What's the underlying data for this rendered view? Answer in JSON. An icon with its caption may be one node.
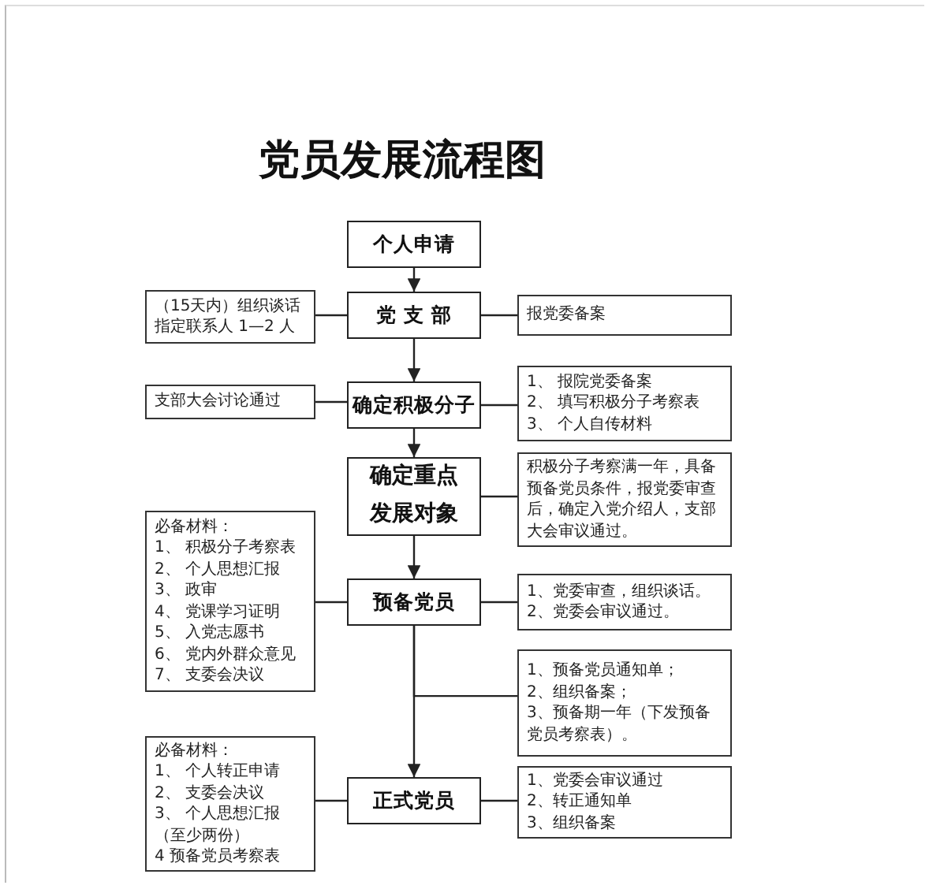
{
  "diagram": {
    "title": "党员发展流程图",
    "nodes": [
      {
        "text": [
          "个人申请"
        ]
      },
      {
        "text": [
          "党 支 部"
        ]
      },
      {
        "text": [
          "（15天内）组织谈话指定联系人 1—2 人"
        ]
      },
      {
        "text": [
          "报党委备案"
        ]
      },
      {
        "text": [
          "确定积极分子"
        ]
      },
      {
        "text": [
          "支部大会讨论通过"
        ]
      },
      {
        "text": [
          "1、 报院党委备案",
          "2、 填写积极分子考察表",
          "3、 个人自传材料"
        ]
      },
      {
        "text": [
          "确定重点发展对象"
        ]
      },
      {
        "text": [
          "积极分子考察满一年，具备预备党员条件，报党委审查后，确定入党介绍人，支部大会审议通过。"
        ]
      },
      {
        "text": [
          "预备党员"
        ]
      },
      {
        "text": [
          "必备材料：",
          "1、 积极分子考察表",
          "2、 个人思想汇报",
          "3、 政审",
          "4、 党课学习证明",
          "5、 入党志愿书",
          "6、 党内外群众意见",
          "7、 支委会决议"
        ]
      },
      {
        "text": [
          "1、党委审查，组织谈话。",
          "2、党委会审议通过。"
        ]
      },
      {
        "text": [
          "1、预备党员通知单；",
          "2、组织备案；",
          "3、预备期一年（下发预备党员考察表）。"
        ]
      },
      {
        "text": [
          "正式党员"
        ]
      },
      {
        "text": [
          "必备材料：",
          "1、 个人转正申请",
          "2、 支委会决议",
          "3、 个人思想汇报（至少两份）",
          "4 预备党员考察表"
        ]
      },
      {
        "text": [
          "1、党委会审议通过",
          "2、转正通知单",
          "3、组织备案"
        ]
      }
    ],
    "edges": [
      {
        "from": 0,
        "to": 1,
        "arrow": "to"
      },
      {
        "from": 1,
        "to": 2,
        "arrow": "none"
      },
      {
        "from": 1,
        "to": 3,
        "arrow": "none"
      },
      {
        "from": 1,
        "to": 4,
        "arrow": "to"
      },
      {
        "from": 4,
        "to": 5,
        "arrow": "none"
      },
      {
        "from": 4,
        "to": 6,
        "arrow": "none"
      },
      {
        "from": 4,
        "to": 7,
        "arrow": "to"
      },
      {
        "from": 7,
        "to": 8,
        "arrow": "none"
      },
      {
        "from": 7,
        "to": 9,
        "arrow": "to"
      },
      {
        "from": 9,
        "to": 10,
        "arrow": "none"
      },
      {
        "from": 9,
        "to": 11,
        "arrow": "none"
      },
      {
        "from": 9,
        "to": 12,
        "arrow": "none"
      },
      {
        "from": 9,
        "to": 13,
        "arrow": "to"
      },
      {
        "from": 13,
        "to": 14,
        "arrow": "none"
      },
      {
        "from": 13,
        "to": 15,
        "arrow": "none"
      }
    ]
  }
}
